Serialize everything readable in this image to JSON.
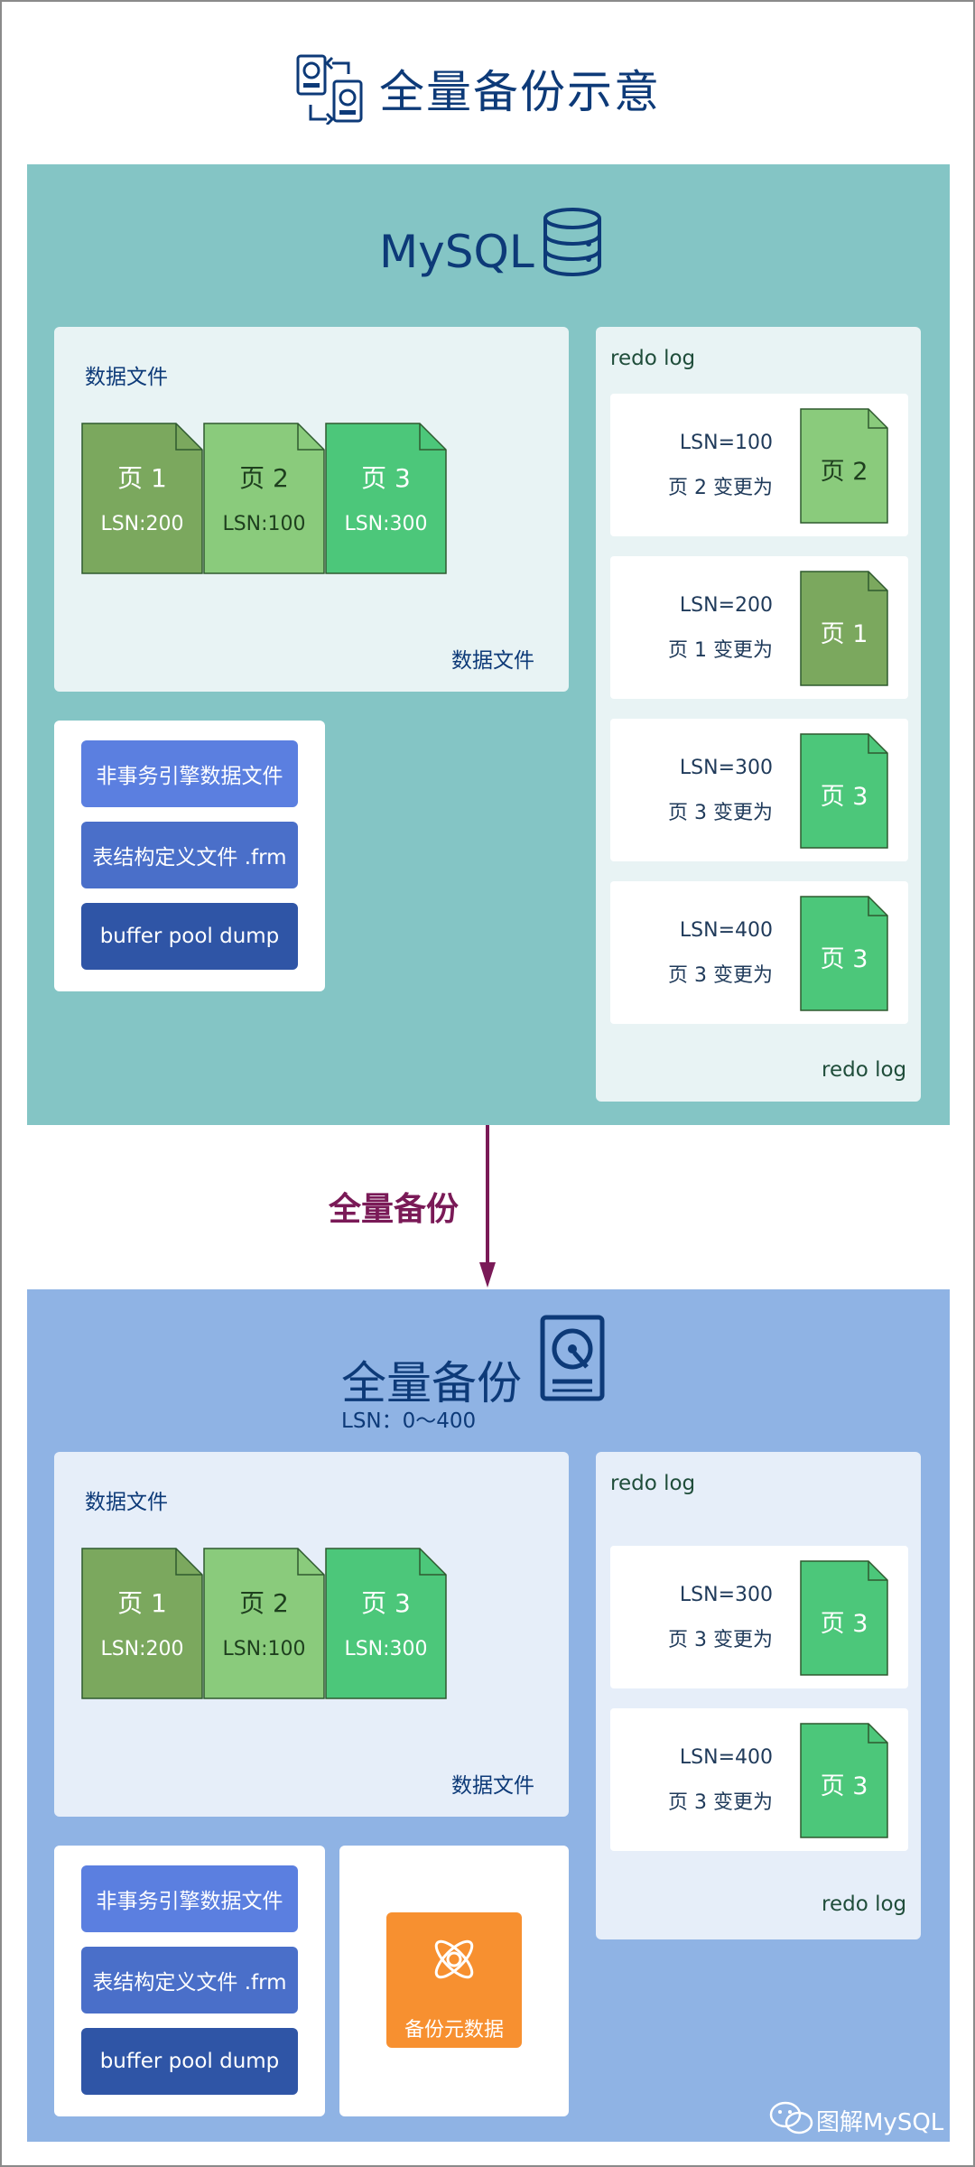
{
  "header": {
    "title": "全量备份示意"
  },
  "mysql": {
    "title": "MySQL",
    "datafile_panel": {
      "top_label": "数据文件",
      "bottom_label": "数据文件",
      "pages": [
        {
          "name": "页 1",
          "lsn": "LSN:200",
          "color": "#7ba85e"
        },
        {
          "name": "页 2",
          "lsn": "LSN:100",
          "color": "#8acb7c"
        },
        {
          "name": "页 3",
          "lsn": "LSN:300",
          "color": "#4cc77a"
        }
      ]
    },
    "files": [
      "非事务引擎数据文件",
      "表结构定义文件 .frm",
      "buffer pool dump"
    ],
    "redo_panel": {
      "top_label": "redo log",
      "bottom_label": "redo log",
      "entries": [
        {
          "lsn": "LSN=100",
          "change": "页 2 变更为",
          "page": "页 2",
          "color": "#8acb7c"
        },
        {
          "lsn": "LSN=200",
          "change": "页 1 变更为",
          "page": "页 1",
          "color": "#7ba85e"
        },
        {
          "lsn": "LSN=300",
          "change": "页 3 变更为",
          "page": "页 3",
          "color": "#4cc77a"
        },
        {
          "lsn": "LSN=400",
          "change": "页 3 变更为",
          "page": "页 3",
          "color": "#4cc77a"
        }
      ]
    }
  },
  "arrow": {
    "label": "全量备份"
  },
  "backup": {
    "title": "全量备份",
    "lsn_range": "LSN：0～400",
    "datafile_panel": {
      "top_label": "数据文件",
      "bottom_label": "数据文件",
      "pages": [
        {
          "name": "页 1",
          "lsn": "LSN:200",
          "color": "#7ba85e"
        },
        {
          "name": "页 2",
          "lsn": "LSN:100",
          "color": "#8acb7c"
        },
        {
          "name": "页 3",
          "lsn": "LSN:300",
          "color": "#4cc77a"
        }
      ]
    },
    "files": [
      "非事务引擎数据文件",
      "表结构定义文件 .frm",
      "buffer pool dump"
    ],
    "metadata_label": "备份元数据",
    "redo_panel": {
      "top_label": "redo log",
      "bottom_label": "redo log",
      "entries": [
        {
          "lsn": "LSN=300",
          "change": "页 3 变更为",
          "page": "页 3",
          "color": "#4cc77a"
        },
        {
          "lsn": "LSN=400",
          "change": "页 3 变更为",
          "page": "页 3",
          "color": "#4cc77a"
        }
      ]
    }
  },
  "watermark": {
    "text": "图解MySQL"
  },
  "icons": [
    "backup-swap-icon",
    "database-icon",
    "hard-disk-icon",
    "atom-icon",
    "wechat-icon"
  ],
  "colors": {
    "teal_section": "#84c5c5",
    "blue_section": "#8fb3e4",
    "arrow": "#7a1a57",
    "title": "#0d3a78"
  }
}
